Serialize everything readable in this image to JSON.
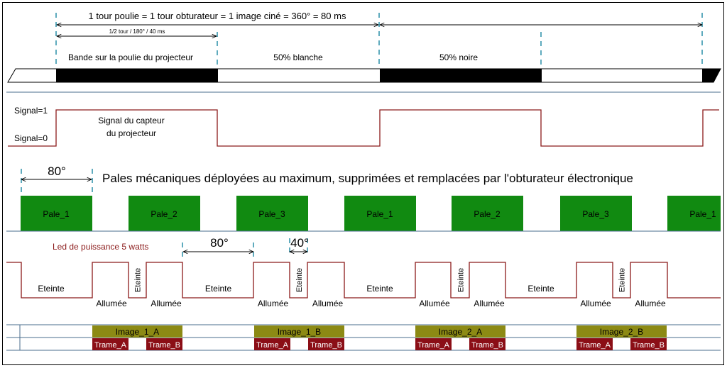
{
  "header": {
    "title": "1 tour poulie = 1 tour obturateur = 1 image ciné = 360° = 80 ms",
    "half_turn": "1/2 tour / 180° / 40 ms"
  },
  "band": {
    "label": "Bande sur la poulie du projecteur",
    "white_label": "50% blanche",
    "black_label": "50% noire"
  },
  "signal": {
    "level_high": "Signal=1",
    "level_low": "Signal=0",
    "caption_line1": "Signal du capteur",
    "caption_line2": "du projecteur"
  },
  "blades": {
    "angle": "80°",
    "caption": "Pales mécaniques déployées au maximum, supprimées et remplacées par l'obturateur électronique",
    "items": [
      "Pale_1",
      "Pale_2",
      "Pale_3",
      "Pale_1",
      "Pale_2",
      "Pale_3",
      "Pale_1"
    ]
  },
  "led": {
    "title": "Led de puissance 5 watts",
    "angle_80": "80°",
    "angle_40": "40°",
    "off": "Eteinte",
    "on": "Allumée"
  },
  "frames": {
    "images": [
      "Image_1_A",
      "Image_1_B",
      "Image_2_A",
      "Image_2_B"
    ],
    "trame_a": "Trame_A",
    "trame_b": "Trame_B"
  },
  "colors": {
    "signal_line": "#8b1a1a",
    "blade_fill": "#118a11",
    "image_fill": "#8c8a14",
    "trame_fill": "#8b0e16",
    "guide": "#2a8fa8"
  }
}
